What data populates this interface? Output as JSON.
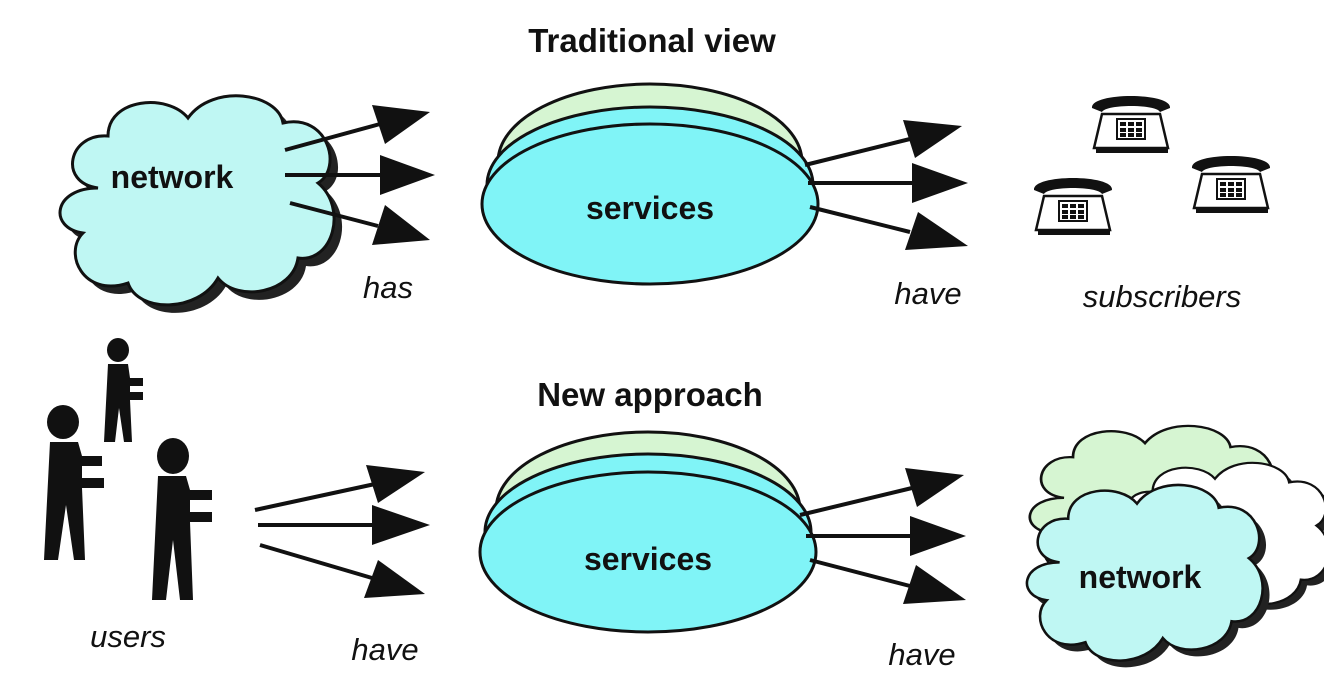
{
  "top_section": {
    "title": "Traditional view",
    "network_label": "network",
    "services_label": "services",
    "has_label": "has",
    "have_label": "have",
    "subscribers_label": "subscribers"
  },
  "bottom_section": {
    "title": "New approach",
    "users_label": "users",
    "have_label_left": "have",
    "services_label": "services",
    "have_label_right": "have",
    "network_label": "network"
  },
  "colors": {
    "cloud_cyan": "#bff7f3",
    "disc_cyan": "#80f4f7",
    "disc_green": "#d6f5d2",
    "cloud_green": "#d6f5d2",
    "ink": "#111111"
  }
}
